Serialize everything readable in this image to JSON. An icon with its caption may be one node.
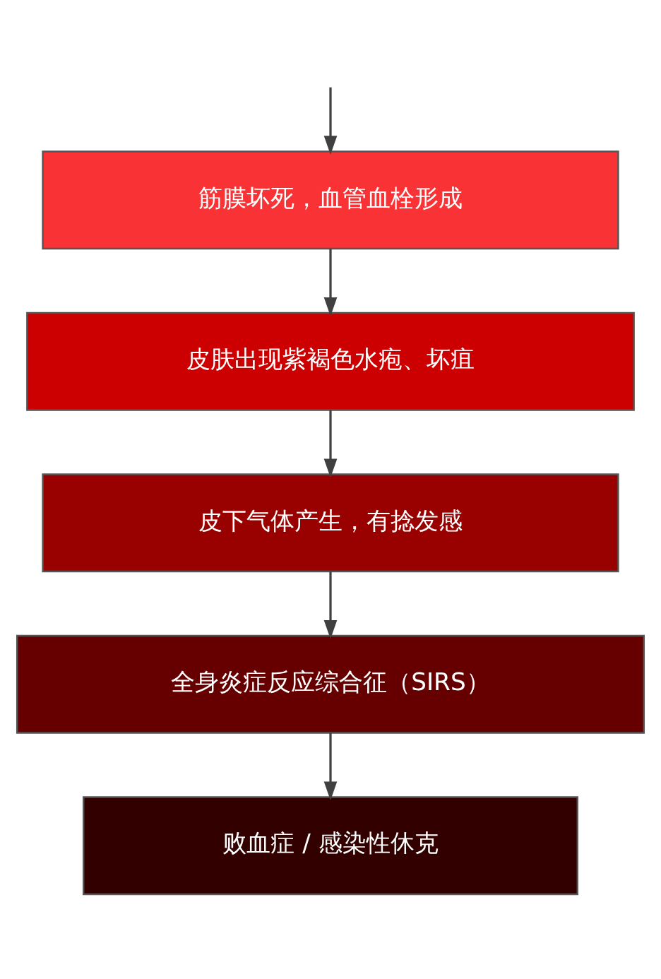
{
  "diagram": {
    "nodes": [
      {
        "text": [
          "筋膜坏死，血管血栓形成"
        ]
      },
      {
        "text": [
          "皮肤出现紫褐色水疱、坏疽"
        ]
      },
      {
        "text": [
          "皮下气体产生，有捻发感"
        ]
      },
      {
        "text": [
          "全身炎症反应综合征（SIRS）"
        ]
      },
      {
        "text": [
          "败血症 / 感染性休克"
        ]
      }
    ],
    "edges": [
      {
        "from": null,
        "to": 0,
        "arrow": "to"
      },
      {
        "from": 0,
        "to": 1,
        "arrow": "to"
      },
      {
        "from": 1,
        "to": 2,
        "arrow": "to"
      },
      {
        "from": 2,
        "to": 3,
        "arrow": "to"
      },
      {
        "from": 3,
        "to": 4,
        "arrow": "to"
      }
    ]
  }
}
